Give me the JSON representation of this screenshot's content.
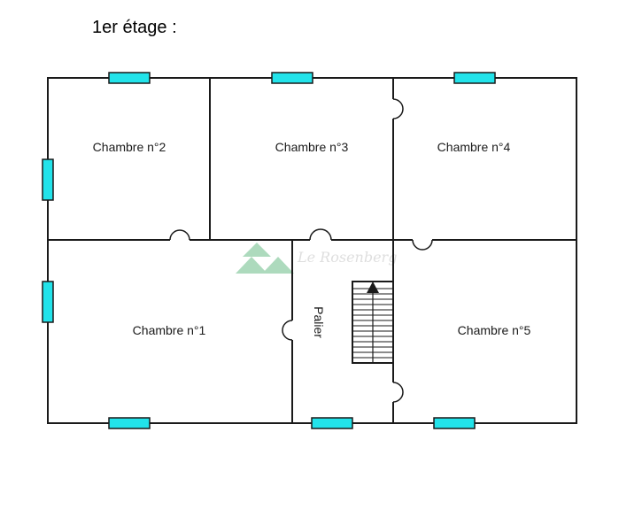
{
  "floor_title": "1er étage :",
  "rooms": [
    {
      "label": "Chambre n°2"
    },
    {
      "label": "Chambre n°3"
    },
    {
      "label": "Chambre n°4"
    },
    {
      "label": "Chambre n°1"
    },
    {
      "label": "Palier"
    },
    {
      "label": "Chambre n°5"
    }
  ],
  "watermark": {
    "text": "Le Rosenberg"
  },
  "colors": {
    "window": "#22e3ea",
    "wall": "#1a1a1a",
    "watermark_green": "#4caf6e"
  }
}
